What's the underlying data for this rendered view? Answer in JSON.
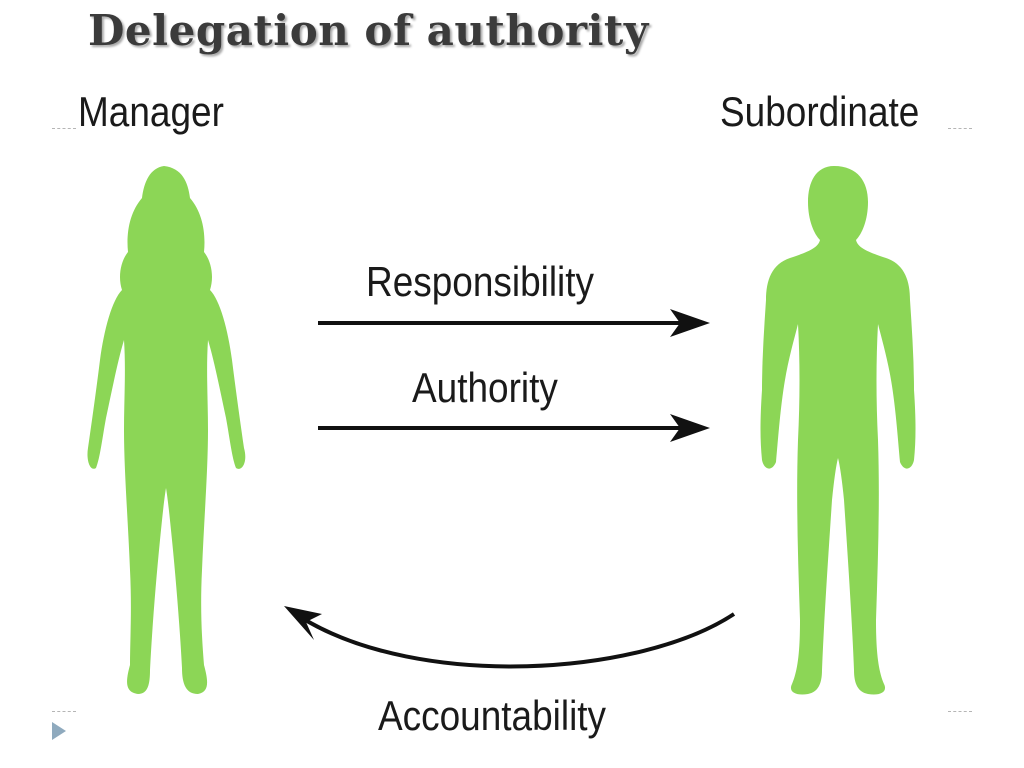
{
  "slide": {
    "title": "Delegation of authority"
  },
  "diagram": {
    "manager_label": "Manager",
    "subordinate_label": "Subordinate",
    "arrows": {
      "responsibility": "Responsibility",
      "authority": "Authority",
      "accountability": "Accountability"
    },
    "colors": {
      "figure": "#8cd656",
      "arrow": "#111111",
      "bullet": "#8faabe"
    }
  }
}
